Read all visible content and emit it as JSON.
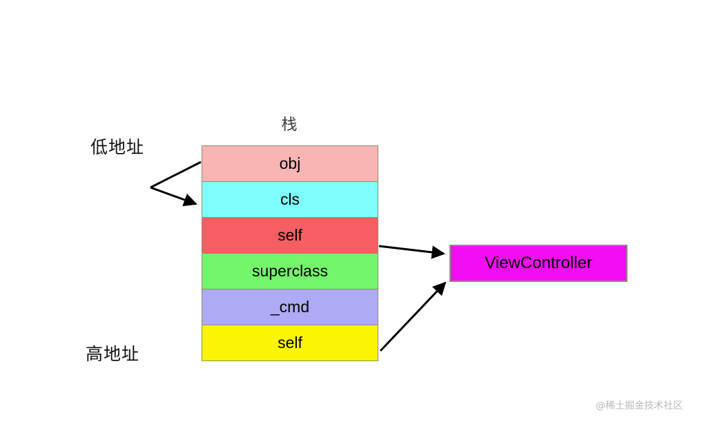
{
  "diagram": {
    "title": "栈",
    "labels": {
      "low_address": "低地址",
      "high_address": "高地址"
    },
    "stack": {
      "rows": [
        {
          "label": "obj",
          "color": "#F9B4B4"
        },
        {
          "label": "cls",
          "color": "#7FFCFC"
        },
        {
          "label": "self",
          "color": "#F55F63"
        },
        {
          "label": "superclass",
          "color": "#74F56B"
        },
        {
          "label": "_cmd",
          "color": "#AEAAF3"
        },
        {
          "label": "self",
          "color": "#FBF504"
        }
      ],
      "border_color": "#8C8C6E"
    },
    "target_node": {
      "label": "ViewController",
      "color": "#F40CF4",
      "border_color": "#8C8C8C"
    },
    "arrows": [
      {
        "name": "arrow-to-obj",
        "from": "low-address",
        "to": "obj-row"
      },
      {
        "name": "arrow-to-cls",
        "from": "low-address",
        "to": "cls-row"
      },
      {
        "name": "arrow-self-top",
        "from": "self-row-top",
        "to": "viewcontroller"
      },
      {
        "name": "arrow-self-bottom",
        "from": "self-row-bottom",
        "to": "viewcontroller"
      }
    ],
    "watermark": "@稀土掘金技术社区"
  }
}
